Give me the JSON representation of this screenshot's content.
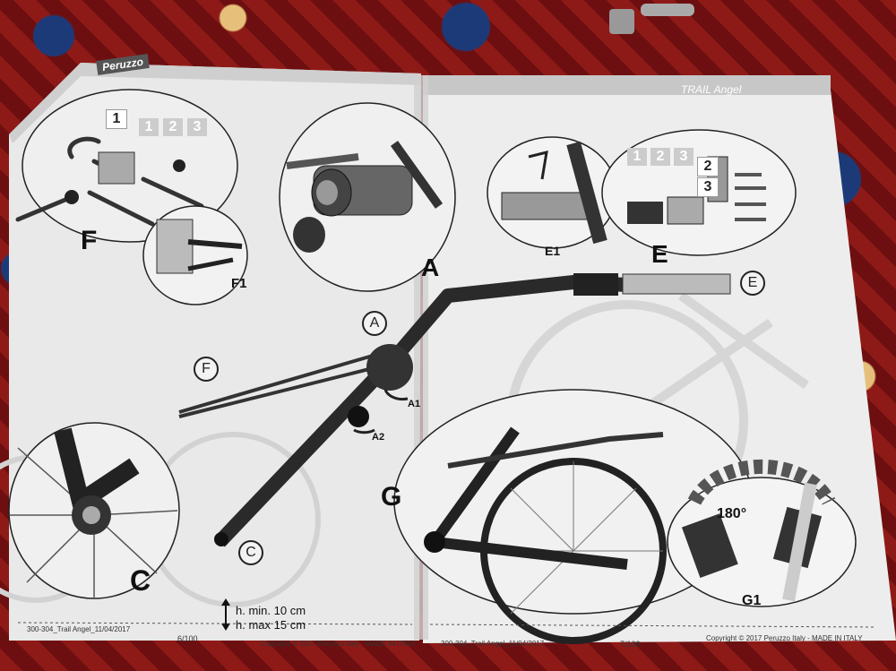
{
  "brand_left": "Peruzzo",
  "brand_right": "TRAIL Angel",
  "labels": {
    "F": "F",
    "F1": "F1",
    "A": "A",
    "E": "E",
    "E1": "E1",
    "C": "C",
    "G": "G",
    "G1": "G1",
    "A1": "A1",
    "A2": "A2"
  },
  "circled": {
    "A": "A",
    "E": "E",
    "F": "F",
    "C": "C"
  },
  "steps_left": [
    "1",
    "1",
    "2",
    "3"
  ],
  "steps_right": [
    "1",
    "2",
    "3"
  ],
  "steps_right_stack": [
    "2",
    "3"
  ],
  "angle": "180°",
  "height_min": "h. min. 10 cm",
  "height_max": "h. max 15 cm",
  "footer_left": {
    "code": "300-304_Trail Angel_11/04/2017",
    "page": "6/100",
    "copyright": "Copyright © 2017 Peruzzo Italy - MADE IN ITALY"
  },
  "footer_right": {
    "code": "300-304_Trail Angel_11/04/2017",
    "page": "7/100",
    "copyright": "Copyright © 2017 Peruzzo Italy - MADE IN ITALY"
  }
}
